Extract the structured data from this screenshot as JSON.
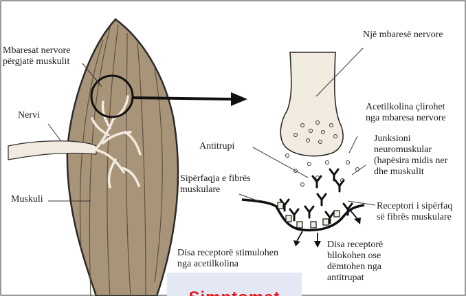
{
  "labels": {
    "nerve_endings": [
      "Mbaresat nervore",
      "përgjatë muskulit"
    ],
    "nerve": "Nervi",
    "muscle": "Muskuli",
    "one_nerve_ending": "Një mbaresë nervore",
    "acetylcholine": [
      "Acetilkolina çlirohet",
      "nga mbaresa nervore"
    ],
    "antibody": "Antitrupi",
    "junction": [
      "Junksioni",
      "neuromuskular",
      "(hapësira midis ner",
      "dhe muskulit"
    ],
    "fiber_surface": [
      "Sipërfaqja e fibrës",
      "muskulare"
    ],
    "surface_receptor": [
      "Receptori i sipërfaq",
      "së fibrës muskulare"
    ],
    "stimulated": [
      "Disa receptorë stimulohen",
      "nga acetilkolina"
    ],
    "blocked": [
      "Disa receptorë",
      "bllokohen ose",
      "dëmtohen nga",
      "antitrupat"
    ]
  },
  "banner": {
    "text": "Simptomat"
  },
  "colors": {
    "muscle": "#a89478",
    "nerve_tree": "#f2ece0",
    "banner_bg": "#e3e8f4",
    "banner_text": "#e8141c"
  }
}
